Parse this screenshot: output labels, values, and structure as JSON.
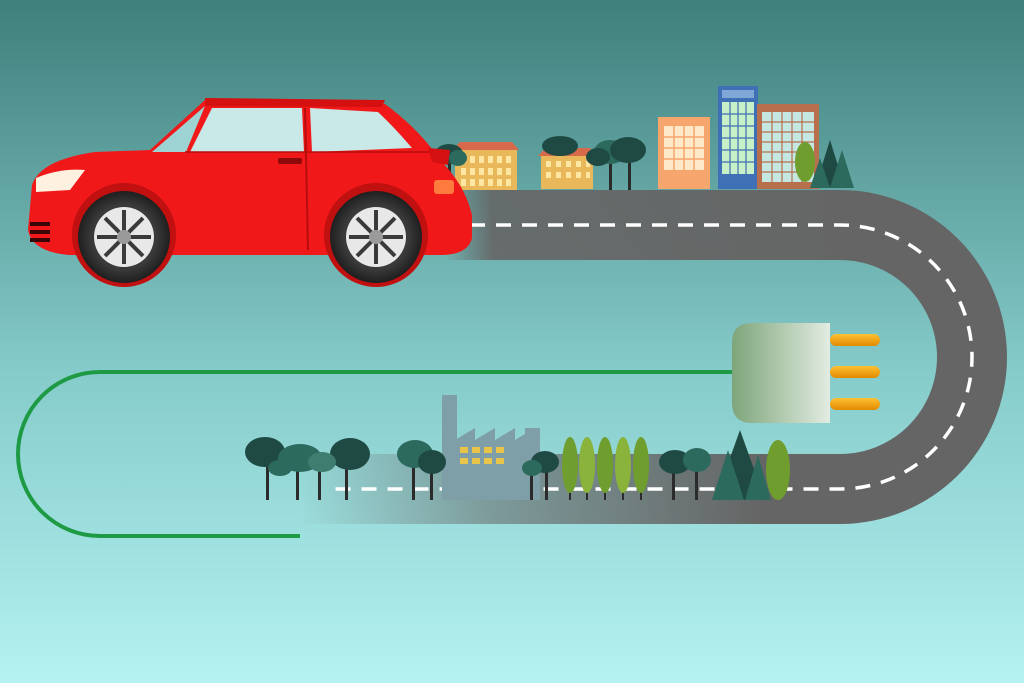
{
  "scene": {
    "subject": "electric-car-road-illustration",
    "colors": {
      "sky_top": "#3f7f7c",
      "sky_bottom": "#b4f2f1",
      "road": "#656565",
      "lane_marking": "#ffffff",
      "cable": "#1e9a45",
      "plug_body": "#a8c7a8",
      "plug_prongs": "#f5a623",
      "car_body": "#f01818",
      "tree_dark": "#1f4a44",
      "tree_light": "#6f9e2e",
      "factory": "#7f9fa8"
    },
    "elements": {
      "car": "red-hatchback",
      "plug": "power-plug-with-three-prongs",
      "cable": "green-charging-cable",
      "road": "u-shaped-road",
      "city": "city-skyline",
      "factory": "factory-with-chimney",
      "trees": "forest"
    }
  }
}
